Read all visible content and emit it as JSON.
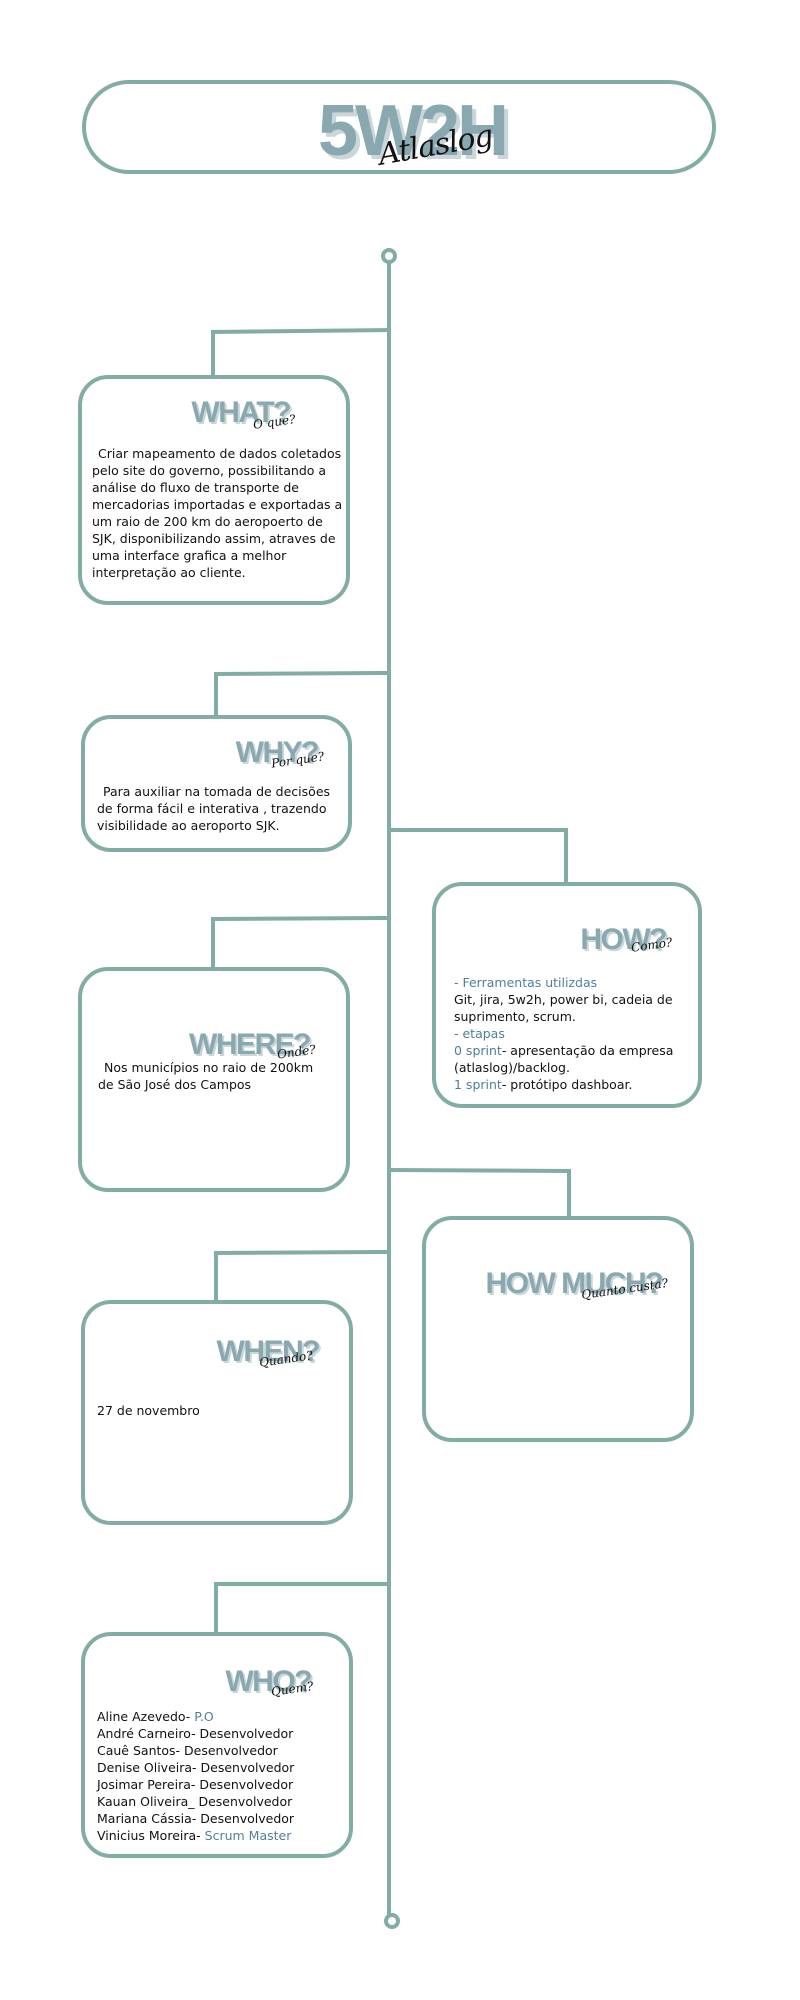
{
  "header": {
    "title": "5W2H",
    "subtitle": "Atlaslog"
  },
  "cards": {
    "what": {
      "title": "WHAT?",
      "script": "O que?",
      "text": "Criar mapeamento de dados coletados pelo site do governo, possibilitando a análise do fluxo de transporte de mercadorias importadas e exportadas a um raio de 200 km do aeropoerto de SJK, disponibilizando assim, atraves de uma interface grafica a melhor interpretação ao cliente.",
      "lines": [
        "Criar mapeamento de dados coletados",
        "pelo site do governo, possibilitando a",
        "análise do fluxo de transporte de",
        "mercadorias importadas e exportadas a",
        "um raio de 200 km do aeropoerto de",
        "SJK, disponibilizando assim, atraves de",
        "uma interface grafica a melhor",
        "interpretação ao cliente."
      ]
    },
    "why": {
      "title": "WHY?",
      "script": "Por que?",
      "lines": [
        "Para auxiliar na tomada de decisões",
        "de forma fácil e interativa , trazendo",
        "visibilidade ao aeroporto SJK."
      ]
    },
    "how": {
      "title": "HOW?",
      "script": "Como?",
      "tools_heading": "-  Ferramentas utilizdas",
      "tools_line1": "Git, jira, 5w2h, power bi, cadeia de",
      "tools_line2": "suprimento, scrum.",
      "steps_heading": "- etapas",
      "sprint0_label": "0 sprint",
      "sprint0_text": "- apresentação da empresa",
      "sprint0_text2": "(atlaslog)/backlog.",
      "sprint1_label": "1 sprint",
      "sprint1_text": "- protótipo dashboar."
    },
    "where": {
      "title": "WHERE?",
      "script": "Onde?",
      "lines": [
        "Nos municípios no raio de 200km",
        "de São José dos Campos"
      ]
    },
    "how_much": {
      "title": "HOW MUCH?",
      "script": "Quanto custa?"
    },
    "when": {
      "title": "WHEN?",
      "script": "Quando?",
      "text": "27 de novembro"
    },
    "who": {
      "title": "WHO?",
      "script": "Quem?",
      "members": [
        {
          "name": "Aline Azevedo- ",
          "role": "P.O",
          "accent": true
        },
        {
          "name": "André Carneiro- Desenvolvedor",
          "role": "",
          "accent": false
        },
        {
          "name": "Cauê Santos- Desenvolvedor",
          "role": "",
          "accent": false
        },
        {
          "name": "Denise Oliveira- Desenvolvedor",
          "role": "",
          "accent": false
        },
        {
          "name": "Josimar Pereira- Desenvolvedor",
          "role": "",
          "accent": false
        },
        {
          "name": "Kauan Oliveira_ Desenvolvedor",
          "role": "",
          "accent": false
        },
        {
          "name": "Mariana Cássia- Desenvolvedor",
          "role": "",
          "accent": false
        },
        {
          "name": "Vinicius Moreira- ",
          "role": "Scrum Master",
          "accent": true
        }
      ]
    }
  },
  "colors": {
    "line": "#83ada4",
    "title": "#8aa8b0",
    "accent": "#4f7f9a"
  }
}
